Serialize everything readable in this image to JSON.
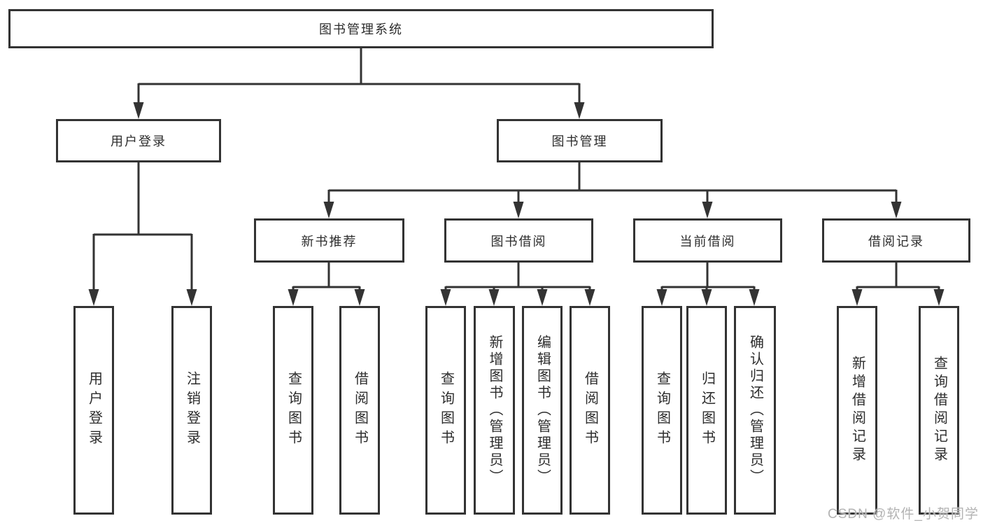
{
  "root": {
    "label": "图书管理系统"
  },
  "user_branch": {
    "label": "用户登录",
    "children": [
      {
        "label": "用户登录"
      },
      {
        "label": "注销登录"
      }
    ]
  },
  "book_branch": {
    "label": "图书管理",
    "sections": [
      {
        "label": "新书推荐",
        "children": [
          {
            "label": "查询图书"
          },
          {
            "label": "借阅图书"
          }
        ]
      },
      {
        "label": "图书借阅",
        "children": [
          {
            "label": "查询图书"
          },
          {
            "label": "新增图书（管理员）"
          },
          {
            "label": "编辑图书（管理员）"
          },
          {
            "label": "借阅图书"
          }
        ]
      },
      {
        "label": "当前借阅",
        "children": [
          {
            "label": "查询图书"
          },
          {
            "label": "归还图书"
          },
          {
            "label": "确认归还（管理员）"
          }
        ]
      },
      {
        "label": "借阅记录",
        "children": [
          {
            "label": "新增借阅记录"
          },
          {
            "label": "查询借阅记录"
          }
        ]
      }
    ]
  },
  "watermark": {
    "text": "CSDN @软件_小贺同学"
  },
  "colors": {
    "line": "#333333",
    "text": "#2d2d2d",
    "background": "#ffffff",
    "watermark": "#b3b3b3"
  }
}
